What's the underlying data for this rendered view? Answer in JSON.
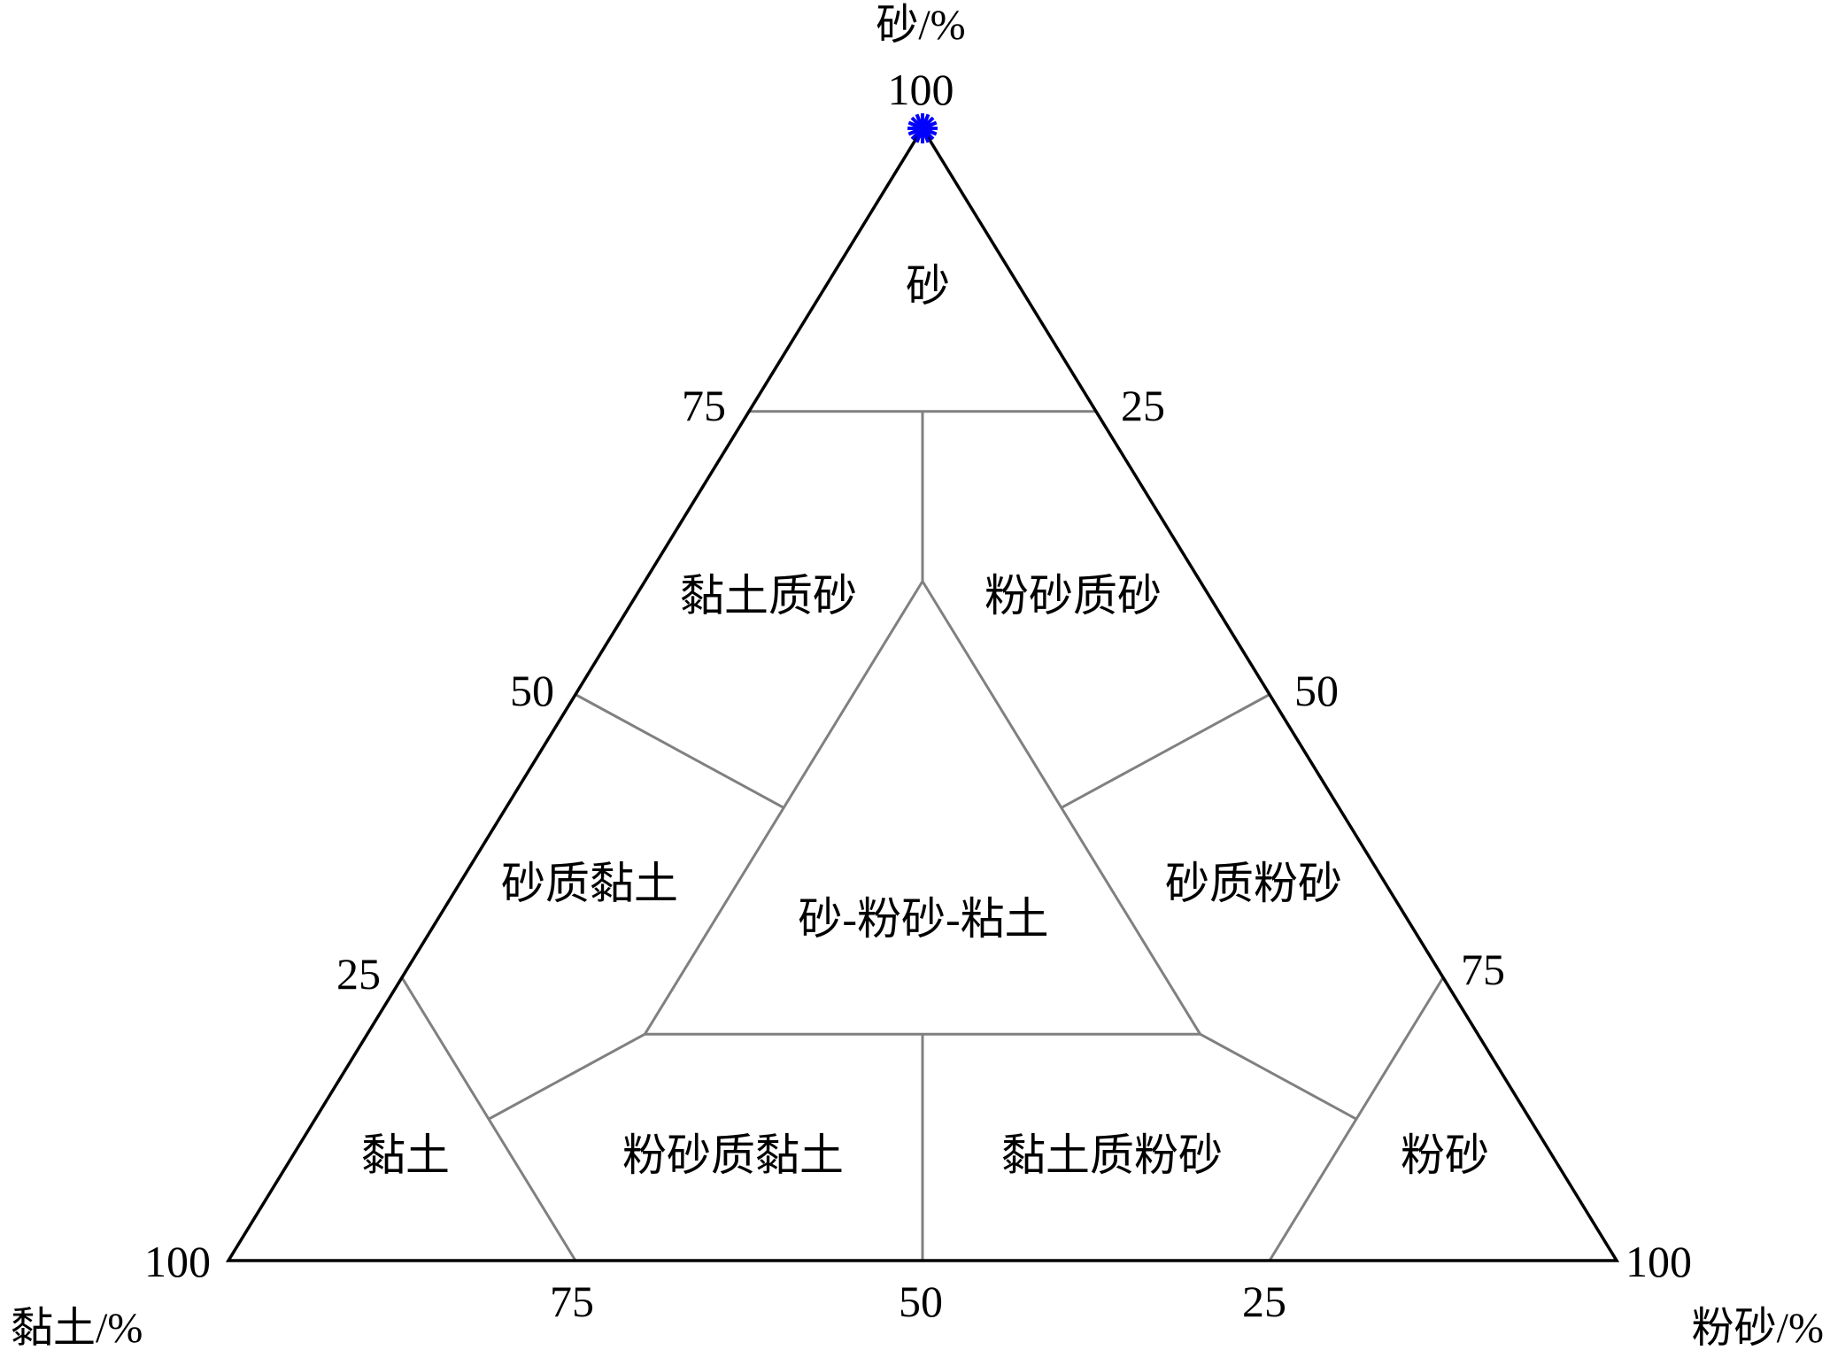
{
  "chart_data": {
    "type": "ternary",
    "axes": {
      "top": {
        "label": "砂/%",
        "ticks": [
          "100",
          "75",
          "50",
          "25"
        ]
      },
      "right": {
        "label": "粉砂/%",
        "ticks": [
          "25",
          "50",
          "75",
          "100"
        ]
      },
      "left": {
        "label": "黏土/%",
        "ticks": [
          "100",
          "75",
          "50",
          "25"
        ]
      }
    },
    "regions": [
      {
        "name": "砂"
      },
      {
        "name": "黏土质砂"
      },
      {
        "name": "粉砂质砂"
      },
      {
        "name": "砂质黏土"
      },
      {
        "name": "砂-粉砂-粘土"
      },
      {
        "name": "砂质粉砂"
      },
      {
        "name": "黏土"
      },
      {
        "name": "粉砂质黏土"
      },
      {
        "name": "黏土质粉砂"
      },
      {
        "name": "粉砂"
      }
    ],
    "points": [
      {
        "sand": 100,
        "silt": 0,
        "clay": 0
      }
    ],
    "colors": {
      "frame": "#000000",
      "boundary": "#808080",
      "point": "#0000ff"
    }
  }
}
